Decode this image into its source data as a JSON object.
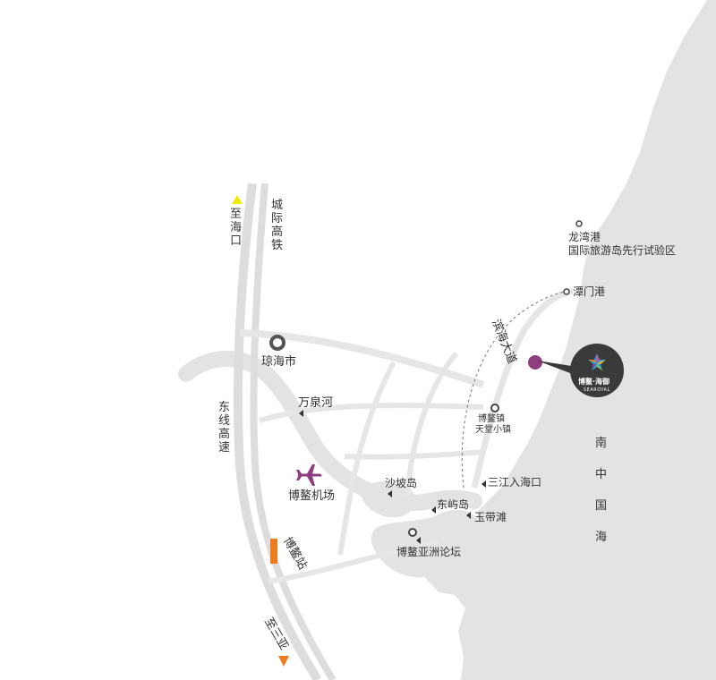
{
  "map": {
    "colors": {
      "land_sea": "#e3e3e3",
      "road": "#dddddd",
      "water": "#e3e3e3",
      "airport": "#8e3d7f",
      "marker_project": "#8e3d7f",
      "arrow_north": "#f2ea00",
      "arrow_south": "#ee7c1e",
      "station": "#ee7c1e",
      "logo_bg": "#3a3a3a"
    },
    "labels": {
      "to_haikou": "至海口",
      "intercity_rail": "城际高铁",
      "east_expressway": "东线高速",
      "qionghai": "琼海市",
      "wanquan_river": "万泉河",
      "boao_airport": "博鳌机场",
      "boao_station": "博鳌站",
      "to_sanya": "至三亚",
      "shapo_island": "沙坡岛",
      "dongyu_island": "东屿岛",
      "sanjiang_estuary": "三江入海口",
      "yudai_beach": "玉带滩",
      "bfa": "博鳌亚洲论坛",
      "boao_town": "博鳌镇",
      "paradise_town": "天堂小镇",
      "binhai_avenue": "滨海大道",
      "tanmen_port": "潭门港",
      "longwan_port": "龙湾港",
      "pilot_zone": "国际旅游岛先行试验区",
      "south_china_sea": "南中国海",
      "logo_name": "博鳌·海御",
      "logo_en": "SEAROYAL"
    },
    "icons": {
      "airport": "airplane-icon",
      "city": "city-ring-icon",
      "poi": "poi-dot-icon",
      "pointer": "triangle-pointer-icon"
    }
  }
}
